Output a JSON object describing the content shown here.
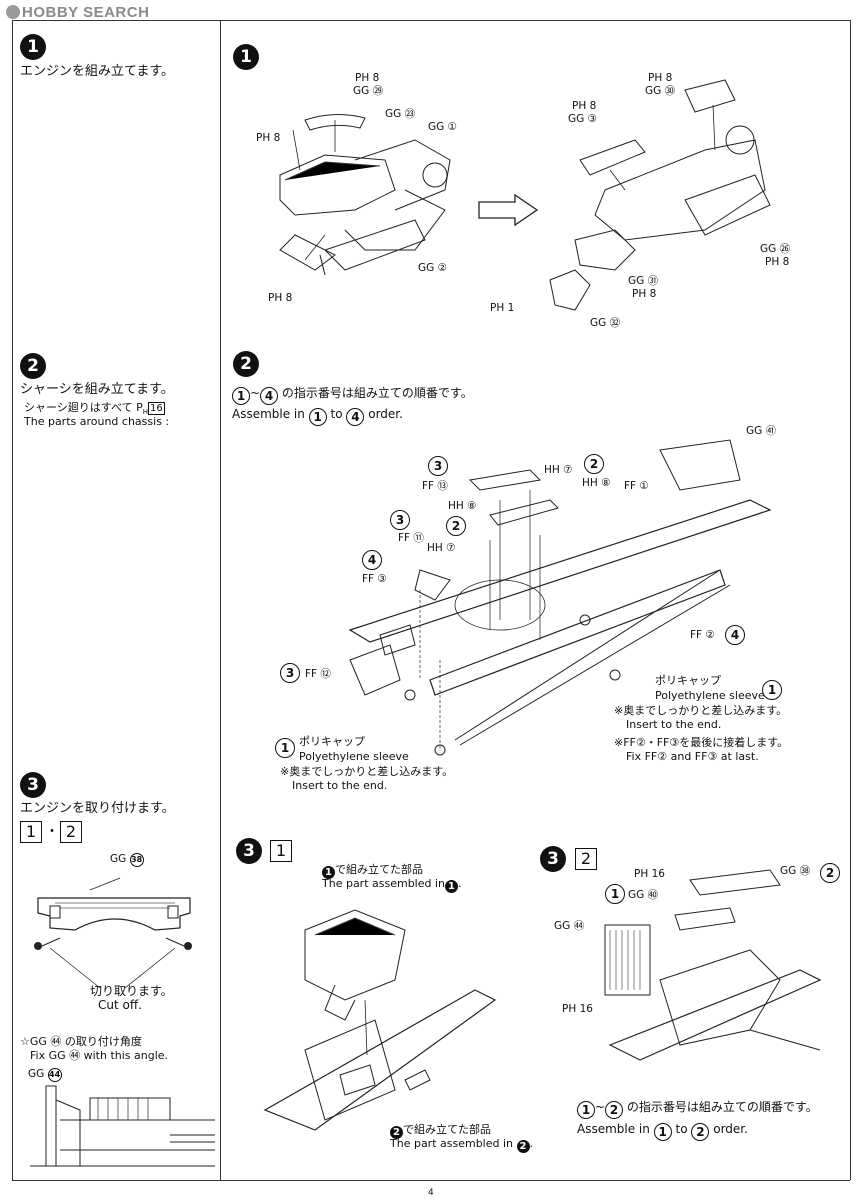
{
  "logo": {
    "text": "HOBBY SEARCH"
  },
  "page_number": "4",
  "steps": {
    "s1": {
      "num": "1",
      "jp": "エンジンを組み立てます。"
    },
    "s2": {
      "num": "2",
      "jp": "シャーシを組み立てます。",
      "jp_sub": "シャーシ廻りはすべて P",
      "jp_sub_num": "16",
      "en_sub": "The parts around chassis :"
    },
    "s3": {
      "num": "3",
      "jp": "エンジンを取り付けます。",
      "box1": "1",
      "dot": "・",
      "box2": "2",
      "part": "GG",
      "part_num": "38",
      "cut_jp": "切り取ります。",
      "cut_en": "Cut off.",
      "angle_jp": "☆GG ㊹ の取り付け角度",
      "angle_en": "Fix GG ㊹ with this angle.",
      "gg44": "GG"
    }
  },
  "diagram1": {
    "labels": [
      "PH 8",
      "GG ㉙",
      "GG ㉓",
      "GG ①",
      "PH 8",
      "GG ②",
      "PH 8",
      "PH 8",
      "GG ㉚",
      "PH 8",
      "GG ③",
      "GG ㉖",
      "PH 8",
      "GG ㉛",
      "PH 8",
      "PH 1",
      "GG ㉜"
    ]
  },
  "diagram2": {
    "order_jp": "の指示番号は組み立ての順番です。",
    "order_en_pre": "Assemble in",
    "order_en_to": "to",
    "order_en_post": "order.",
    "labels": [
      "GG ㊶",
      "HH ⑦",
      "HH ⑧",
      "FF ⑬",
      "FF ①",
      "HH ⑧",
      "HH ⑦",
      "FF ⑪",
      "FF ③",
      "FF ⑫",
      "FF ②"
    ],
    "sleeve_jp": "ポリキャップ",
    "sleeve_en": "Polyethylene sleeve",
    "insert_jp": "※奥までしっかりと差し込みます。",
    "insert_en": "Insert to the end.",
    "fix_jp": "※FF②・FF③を最後に接着します。",
    "fix_en": "Fix FF② and FF③ at last."
  },
  "diagram3a": {
    "box": "1",
    "note_jp": "で組み立てた部品",
    "note_en": "The part assembled in",
    "note2_jp": "で組み立てた部品",
    "note2_en": "The part assembled in"
  },
  "diagram3b": {
    "box": "2",
    "labels": [
      "PH 16",
      "GG ㊳",
      "GG ㊵",
      "GG ㊹",
      "PH 16"
    ],
    "order_jp": "の指示番号は組み立ての順番です。",
    "order_en_pre": "Assemble in",
    "order_en_to": "to",
    "order_en_post": "order."
  }
}
